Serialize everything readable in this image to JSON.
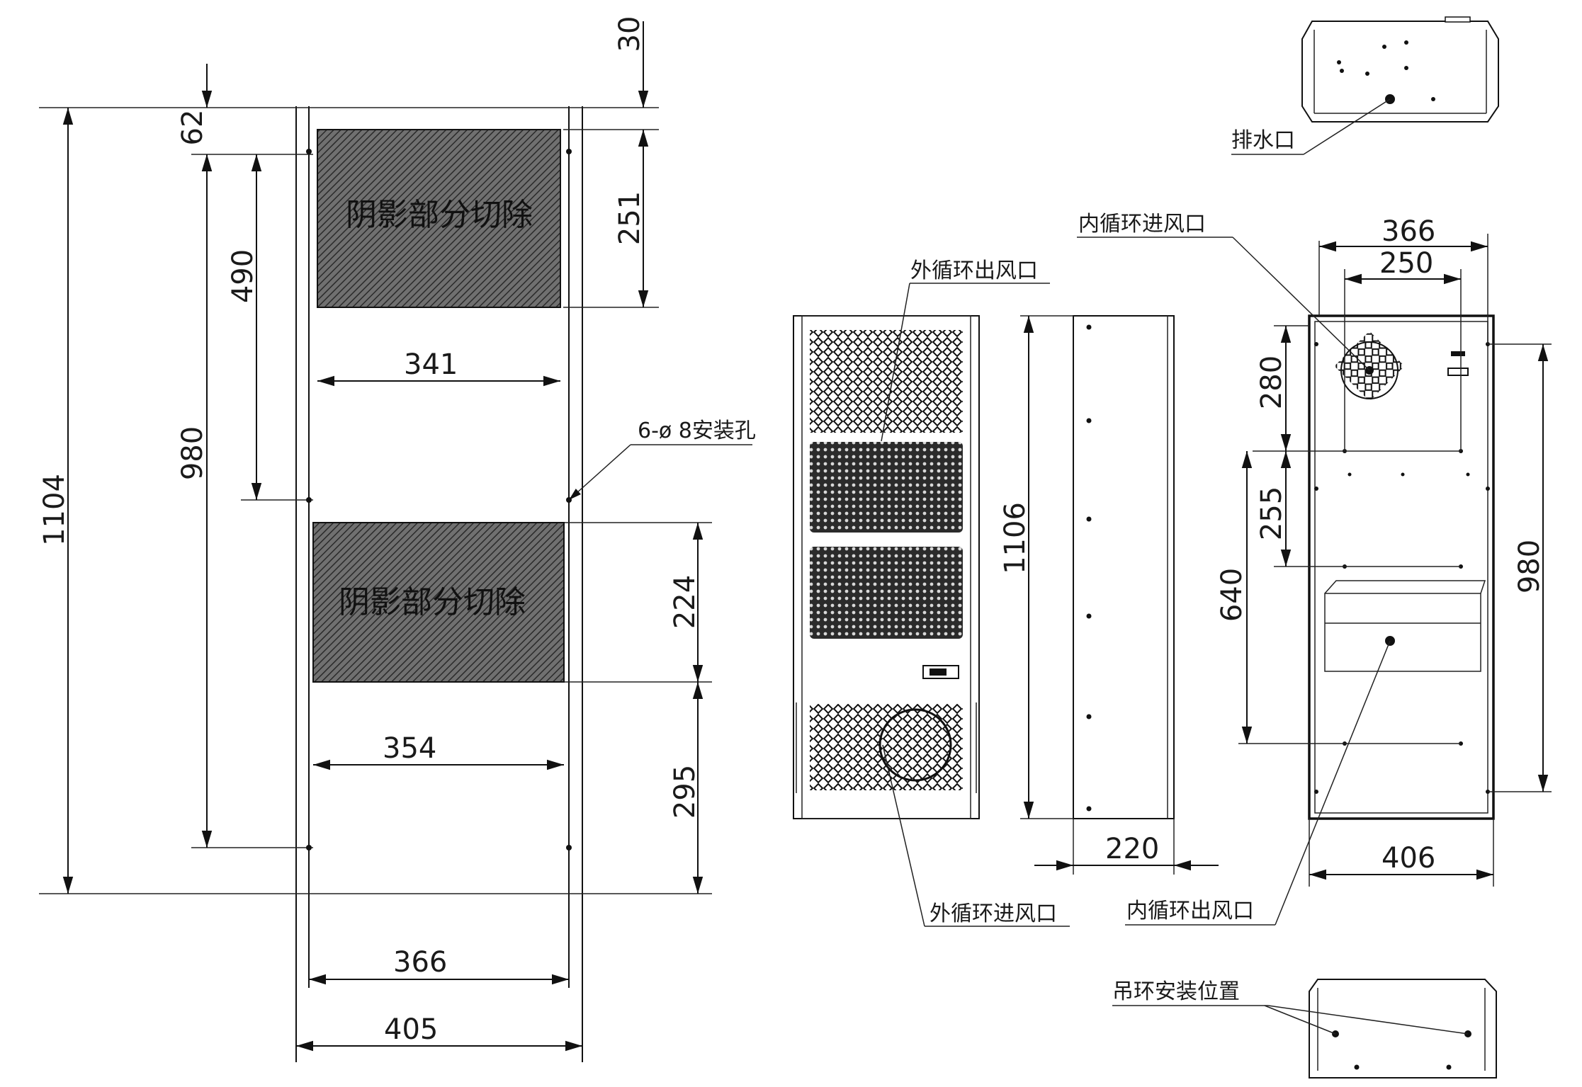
{
  "cutout_label": "阴影部分切除",
  "mounting_hole_label": "6-ø 8安装孔",
  "cutout_drawing": {
    "dims": {
      "overall_height": "1104",
      "top_offset": "62",
      "top_gap": "30",
      "upper_cut_height": "251",
      "hole_pitch_upper": "490",
      "hole_pitch_total": "980",
      "upper_cut_width": "341",
      "lower_cut_height": "224",
      "lower_bottom": "295",
      "lower_cut_width": "354",
      "hole_span": "366",
      "outer_width": "405"
    }
  },
  "front_view": {
    "dims": {
      "height": "1106"
    },
    "labels": {
      "ext_outlet": "外循环出风口",
      "ext_inlet": "外循环进风口"
    }
  },
  "side_view": {
    "dims": {
      "depth": "220"
    }
  },
  "back_view": {
    "dims": {
      "width_366": "366",
      "width_250": "250",
      "h280": "280",
      "h255": "255",
      "h640": "640",
      "h980": "980",
      "width_406": "406"
    },
    "labels": {
      "int_inlet": "内循环进风口",
      "int_outlet": "内循环出风口"
    }
  },
  "top_view": {
    "labels": {
      "drain": "排水口"
    }
  },
  "bottom_view": {
    "labels": {
      "lifting": "吊环安装位置"
    }
  }
}
